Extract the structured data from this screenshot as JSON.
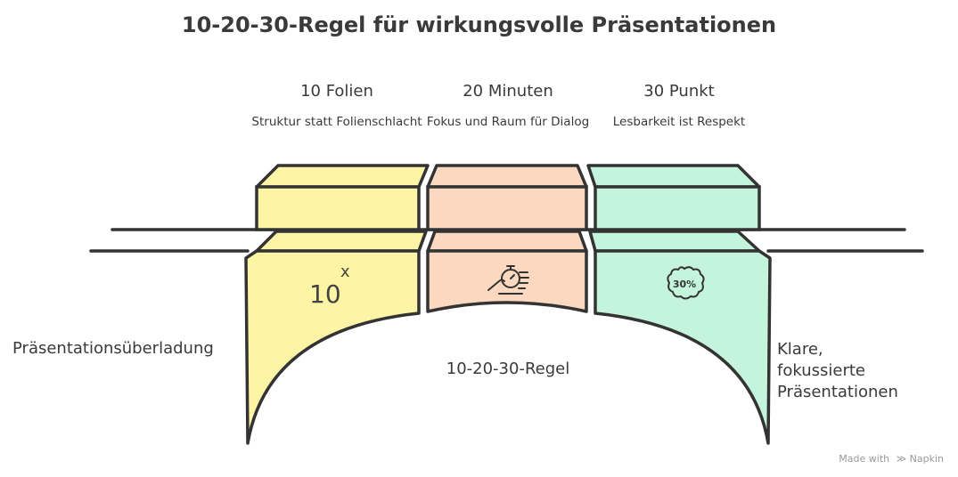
{
  "title": "10-20-30-Regel für wirkungsvolle Präsentationen",
  "columns": [
    {
      "heading": "10 Folien",
      "subtitle": "Struktur statt Folienschlacht",
      "color": "#fdf4a6",
      "icon": "ten-to-the-power-x-icon"
    },
    {
      "heading": "20 Minuten",
      "subtitle": "Fokus und Raum für Dialog",
      "color": "#fbd8c0",
      "icon": "hand-stopwatch-icon"
    },
    {
      "heading": "30 Punkt",
      "subtitle": "Lesbarkeit ist Respekt",
      "color": "#c4f5dc",
      "icon": "thirty-percent-badge-icon"
    }
  ],
  "icons": {
    "ten_base": "10",
    "ten_exp": "x",
    "badge_text": "30%"
  },
  "left_label": "Präsentationsüberladung",
  "center_label": "10-20-30-Regel",
  "right_label_lines": [
    "Klare,",
    "fokussierte",
    "Präsentationen"
  ],
  "footer": {
    "made_with": "Made with",
    "brand": "Napkin"
  }
}
